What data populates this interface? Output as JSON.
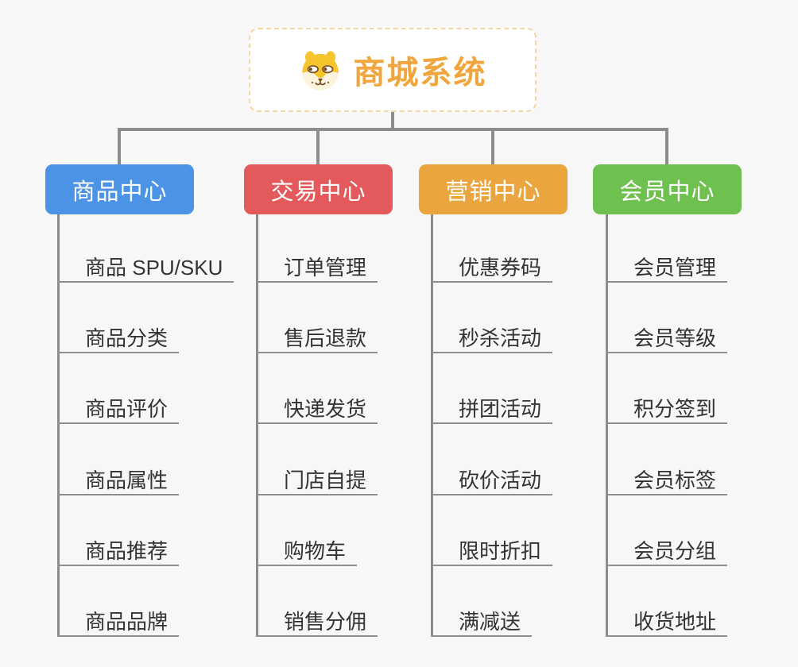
{
  "root": {
    "title": "商城系统",
    "icon": "dog-face-icon"
  },
  "branches": [
    {
      "label": "商品中心",
      "color": "#4b94e5",
      "children": [
        "商品 SPU/SKU",
        "商品分类",
        "商品评价",
        "商品属性",
        "商品推荐",
        "商品品牌"
      ]
    },
    {
      "label": "交易中心",
      "color": "#e4595b",
      "children": [
        "订单管理",
        "售后退款",
        "快递发货",
        "门店自提",
        "购物车",
        "销售分佣"
      ]
    },
    {
      "label": "营销中心",
      "color": "#eaa53e",
      "children": [
        "优惠券码",
        "秒杀活动",
        "拼团活动",
        "砍价活动",
        "限时折扣",
        "满减送"
      ]
    },
    {
      "label": "会员中心",
      "color": "#6ec04f",
      "children": [
        "会员管理",
        "会员等级",
        "积分签到",
        "会员标签",
        "会员分组",
        "收货地址"
      ]
    }
  ],
  "colors": {
    "background": "#f7f7f7",
    "connector": "#8c8c8c",
    "leaf_underline": "#8f8f8f",
    "leaf_text": "#333333",
    "root_accent": "#f0a63c",
    "root_border": "#f5d7a3",
    "root_background": "#ffffff",
    "branch_text": "#ffffff"
  }
}
